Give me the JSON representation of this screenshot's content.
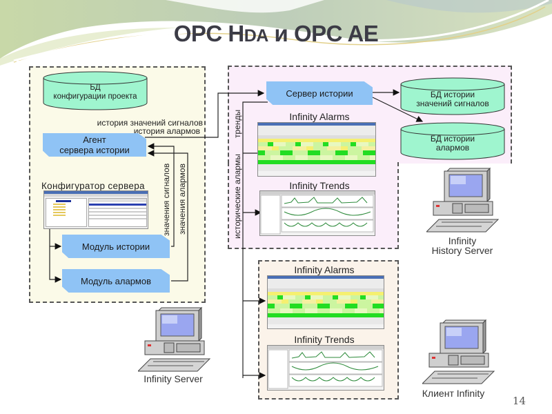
{
  "slide": {
    "title_parts": [
      "OPC ",
      "H",
      "DA",
      " и OPC AE"
    ],
    "page_number": "14"
  },
  "left_panel": {
    "db_config": [
      "БД",
      "конфигурации проекта"
    ],
    "history_labels": [
      "история значений сигналов",
      "история алармов"
    ],
    "agent": [
      "Агент",
      "сервера истории"
    ],
    "configurator_title": "Конфигуратор сервера",
    "module_history": "Модуль истории",
    "module_alarms": "Модуль алармов",
    "signal_values": "значения сигналов",
    "alarm_values": "значения алармов"
  },
  "history_panel": {
    "server": "Сервер истории",
    "db_signals": [
      "БД истории",
      "значений сигналов"
    ],
    "db_alarms": [
      "БД истории",
      "алармов"
    ],
    "trends_label": "тренды",
    "hist_alarms_label": "исторические алармы",
    "alarms_app": "Infinity Alarms",
    "trends_app": "Infinity Trends"
  },
  "client_panel": {
    "alarms_app": "Infinity Alarms",
    "trends_app": "Infinity Trends"
  },
  "computers": {
    "history_server": [
      "Infinity",
      "History Server"
    ],
    "infinity_server": "Infinity Server",
    "client": "Клиент Infinity"
  },
  "colors": {
    "node_blue": "#8fc3f5",
    "db_green": "#9ff5cf",
    "left_panel_bg": "#fbfae8",
    "history_panel_bg": "#fbeefa",
    "client_panel_bg": "#fbf3ea",
    "alarm_yellow": "#f5f070",
    "alarm_green": "#22dd22"
  }
}
